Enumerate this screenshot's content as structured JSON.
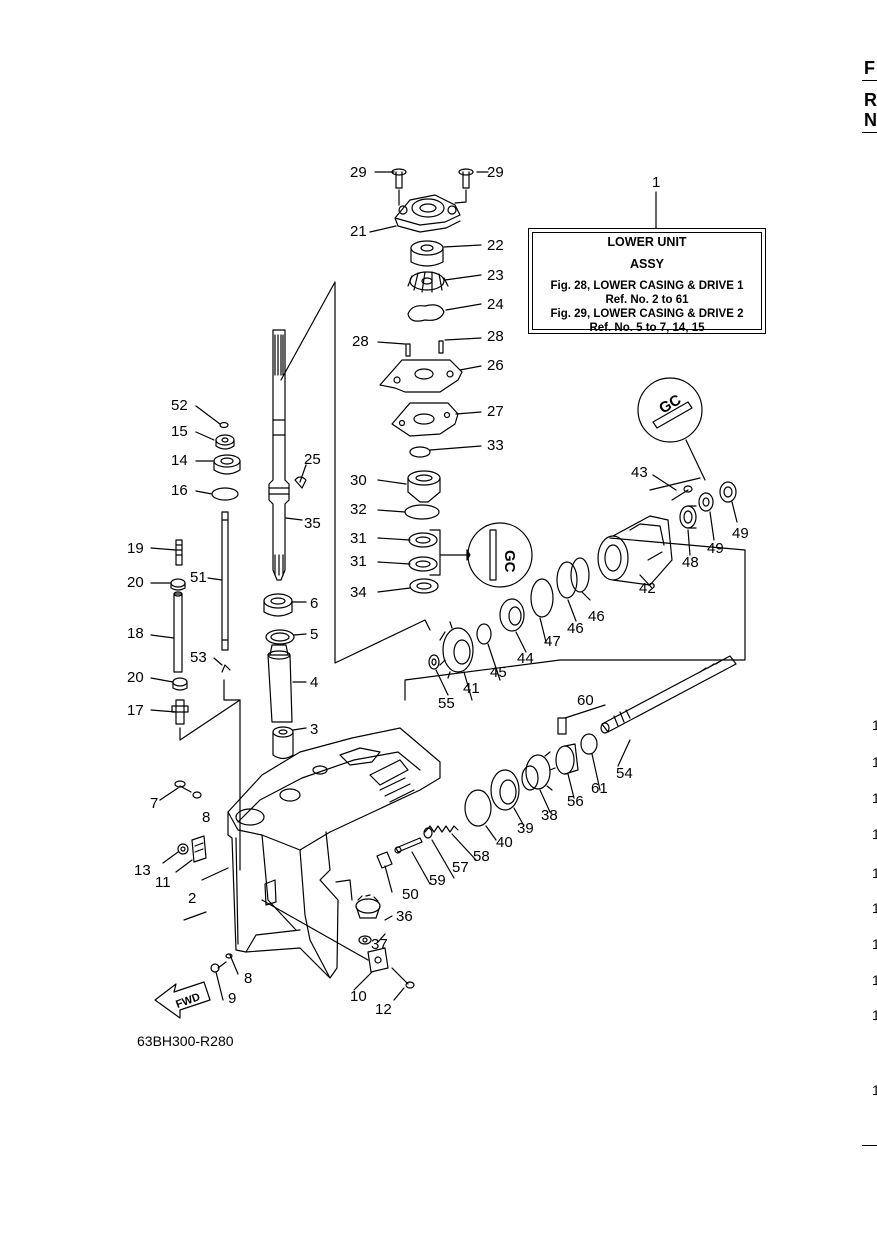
{
  "drawing_code": "63BH300-R280",
  "fwd_label": "FWD",
  "assy_box": {
    "line1": "LOWER UNIT",
    "line2": "ASSY",
    "line3": "Fig. 28, LOWER CASING & DRIVE 1",
    "line4": "Ref. No. 2 to 61",
    "line5": "Fig. 29, LOWER CASING & DRIVE 2",
    "line6": "Ref. No. 5 to 7, 14, 15"
  },
  "edge_letters": [
    "F",
    "R",
    "N"
  ],
  "edge_numbers": [
    "1",
    "1",
    "1",
    "1",
    "1",
    "1",
    "1",
    "1",
    "1",
    "1"
  ],
  "stamps": {
    "gc1": "GC",
    "gc2": "GC"
  },
  "callouts": {
    "c1": "1",
    "c2": "2",
    "c3": "3",
    "c4": "4",
    "c5": "5",
    "c6": "6",
    "c7": "7",
    "c8a": "8",
    "c8b": "8",
    "c9": "9",
    "c10": "10",
    "c11": "11",
    "c12": "12",
    "c13": "13",
    "c14": "14",
    "c15": "15",
    "c16": "16",
    "c17": "17",
    "c18": "18",
    "c19": "19",
    "c20a": "20",
    "c20b": "20",
    "c21": "21",
    "c22": "22",
    "c23": "23",
    "c24": "24",
    "c25": "25",
    "c26": "26",
    "c27": "27",
    "c28a": "28",
    "c28b": "28",
    "c29a": "29",
    "c29b": "29",
    "c30": "30",
    "c31a": "31",
    "c31b": "31",
    "c32": "32",
    "c33": "33",
    "c34": "34",
    "c35": "35",
    "c36": "36",
    "c37": "37",
    "c38": "38",
    "c39": "39",
    "c40": "40",
    "c41": "41",
    "c42": "42",
    "c43": "43",
    "c44": "44",
    "c45": "45",
    "c46a": "46",
    "c46b": "46",
    "c47": "47",
    "c48": "48",
    "c49a": "49",
    "c49b": "49",
    "c50": "50",
    "c51": "51",
    "c52": "52",
    "c53": "53",
    "c54": "54",
    "c55": "55",
    "c56": "56",
    "c57": "57",
    "c58": "58",
    "c59": "59",
    "c60": "60",
    "c61": "61"
  }
}
